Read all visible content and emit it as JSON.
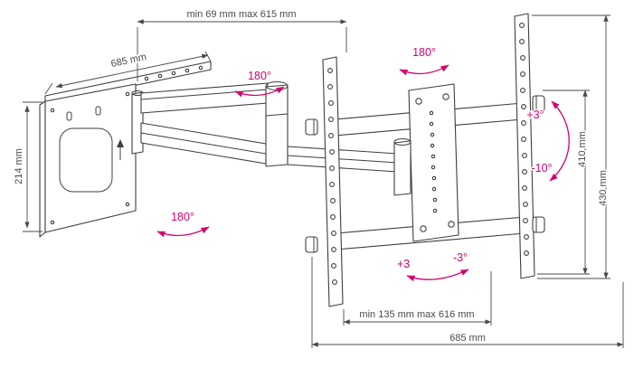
{
  "colors": {
    "line": "#3f3f3f",
    "dimension_text": "#4a4a4a",
    "accent": "#d6006e",
    "background": "#ffffff"
  },
  "dimensions": {
    "top_span": "min 69 mm max 615 mm",
    "wall_plate_width": "685 mm",
    "wall_plate_height": "214 mm",
    "bracket_hole_height": "410 mm",
    "bracket_total_height": "430 mm",
    "bottom_span": "min 135 mm max 616 mm",
    "bracket_width": "685 mm"
  },
  "angles": {
    "arm_swivel_upper": "180°",
    "bracket_swivel": "180°",
    "arm_swivel_lower": "180°",
    "tilt_up": "+3°",
    "tilt_down": "-10°",
    "level_plus": "+3",
    "level_minus": "-3°"
  }
}
